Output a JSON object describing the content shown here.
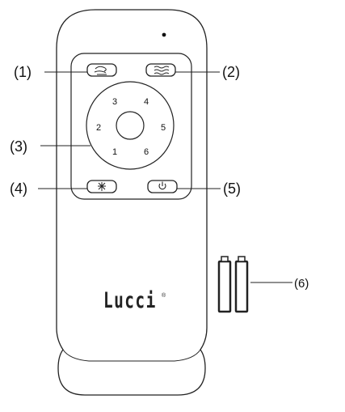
{
  "callouts": {
    "c1": "(1)",
    "c2": "(2)",
    "c3": "(3)",
    "c4": "(4)",
    "c5": "(5)",
    "c6": "(6)"
  },
  "dial": {
    "n1": "1",
    "n2": "2",
    "n3": "3",
    "n4": "4",
    "n5": "5",
    "n6": "6"
  },
  "brand": {
    "name": "Lucci",
    "mark": "®"
  },
  "icons": {
    "button1": "breeze-icon",
    "button2": "wave-icon",
    "button4": "light-icon",
    "button5": "power-icon"
  }
}
